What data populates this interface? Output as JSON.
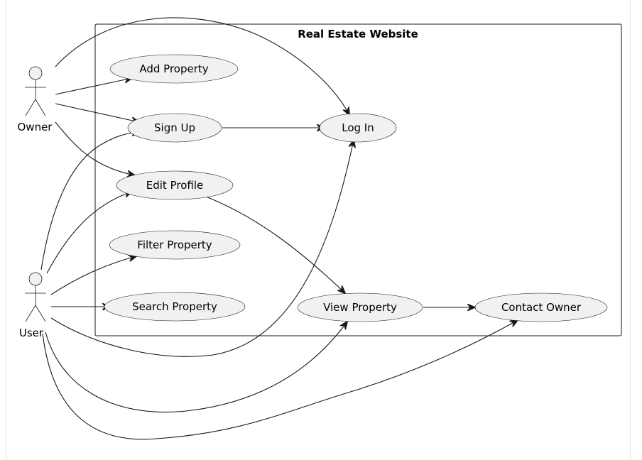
{
  "diagram": {
    "type": "use-case",
    "system": {
      "title": "Real Estate Website"
    },
    "actors": [
      {
        "id": "owner",
        "label": "Owner"
      },
      {
        "id": "user",
        "label": "User"
      }
    ],
    "use_cases": [
      {
        "id": "add_property",
        "label": "Add Property"
      },
      {
        "id": "sign_up",
        "label": "Sign Up"
      },
      {
        "id": "log_in",
        "label": "Log In"
      },
      {
        "id": "edit_profile",
        "label": "Edit Profile"
      },
      {
        "id": "filter_property",
        "label": "Filter Property"
      },
      {
        "id": "search_property",
        "label": "Search Property"
      },
      {
        "id": "view_property",
        "label": "View Property"
      },
      {
        "id": "contact_owner",
        "label": "Contact Owner"
      }
    ],
    "associations": [
      {
        "from": "owner",
        "to": "log_in"
      },
      {
        "from": "owner",
        "to": "add_property"
      },
      {
        "from": "owner",
        "to": "sign_up"
      },
      {
        "from": "owner",
        "to": "edit_profile"
      },
      {
        "from": "sign_up",
        "to": "log_in"
      },
      {
        "from": "edit_profile",
        "to": "view_property"
      },
      {
        "from": "view_property",
        "to": "contact_owner"
      },
      {
        "from": "user",
        "to": "sign_up"
      },
      {
        "from": "user",
        "to": "edit_profile"
      },
      {
        "from": "user",
        "to": "filter_property"
      },
      {
        "from": "user",
        "to": "search_property"
      },
      {
        "from": "user",
        "to": "log_in"
      },
      {
        "from": "user",
        "to": "view_property"
      },
      {
        "from": "user",
        "to": "contact_owner"
      }
    ]
  }
}
